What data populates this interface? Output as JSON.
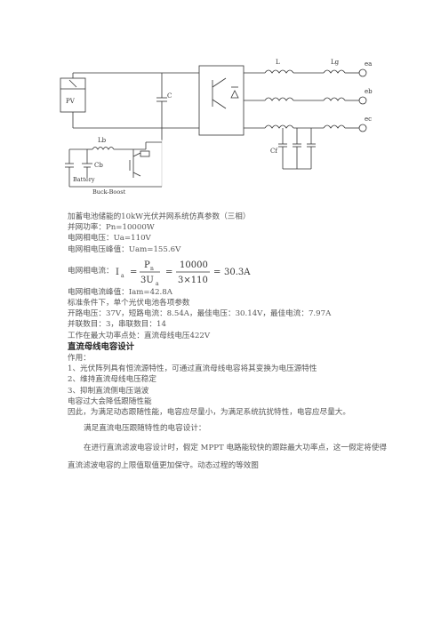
{
  "diagram": {
    "pv_label": "PV",
    "cap_label": "C",
    "inductor_l": "L",
    "inductor_lg": "Lg",
    "cap_cf": "Cf",
    "grid_a": "ea",
    "grid_b": "eb",
    "grid_c": "ec",
    "battery_label": "Battery",
    "buck_boost_label": "Buck-Boost",
    "lb_label": "Lb",
    "cb_label": "Cb"
  },
  "text": {
    "l1": "加蓄电池储能的10kW光伏并网系统仿真参数（三相）",
    "l2": "并网功率：Pn=10000W",
    "l3": "电网相电压：Ua=110V",
    "l4": "电网相电压峰值：Uam=155.6V",
    "eq_label": "电网相电流：",
    "eq_lhs": "I",
    "eq_lhs_sub": "a",
    "eq_num1": "P",
    "eq_num1_sub": "n",
    "eq_den1": "3U",
    "eq_den1_sub": "a",
    "eq_num2": "10000",
    "eq_den2": "3×110",
    "eq_result": "30.3A",
    "l5": "电网相电流峰值：Iam=42.8A",
    "l6": "标准条件下，单个光伏电池各项参数",
    "l7": "开路电压：37V，短路电流：8.54A，最佳电压：30.14V，最佳电流：7.97A",
    "l8": "并联数目：3，串联数目：14",
    "l9": "工作在最大功率点处：直流母线电压422V",
    "h1": "直流母线电容设计",
    "l10": "作用：",
    "l11": "1、光伏阵列具有恒流源特性，可通过直流母线电容将其变换为电压源特性",
    "l12": "2、维持直流母线电压稳定",
    "l13": "3、抑制直流侧电压谐波",
    "l14": "电容过大会降低跟随性能",
    "l15": "因此，为满足动态跟随性能，电容应尽量小，为满足系统抗扰特性，电容应尽量大。",
    "l16": "满足直流电压跟随特性的电容设计：",
    "l17": "在进行直流滤波电容设计时，假定 MPPT 电路能较快的跟踪最大功率点，这一假定将使得直流滤波电容的上限值取值更加保守。动态过程的等效图"
  }
}
